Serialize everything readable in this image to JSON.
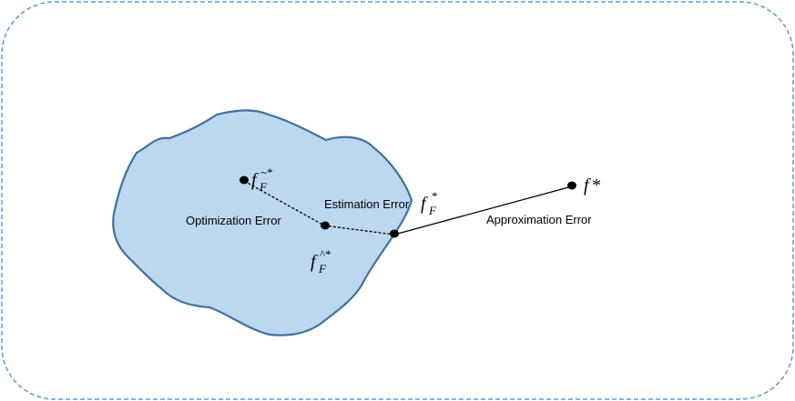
{
  "colors": {
    "frame_border": "#5b9bd5",
    "region_fill": "#bdd7ee",
    "region_stroke": "#41719c",
    "ink": "#000000"
  },
  "labels": {
    "optimization_error": "Optimization Error",
    "estimation_error": "Estimation Error",
    "approximation_error": "Approximation Error"
  },
  "points": {
    "f_tilde": {
      "base": "f",
      "sub": "F",
      "sup": "~*"
    },
    "f_hat": {
      "base": "f",
      "sub": "F",
      "sup": "^*"
    },
    "f_F_star": {
      "base": "f",
      "sub": "F",
      "sup": "*"
    },
    "f_star": {
      "base": "f",
      "sup": "*"
    }
  }
}
